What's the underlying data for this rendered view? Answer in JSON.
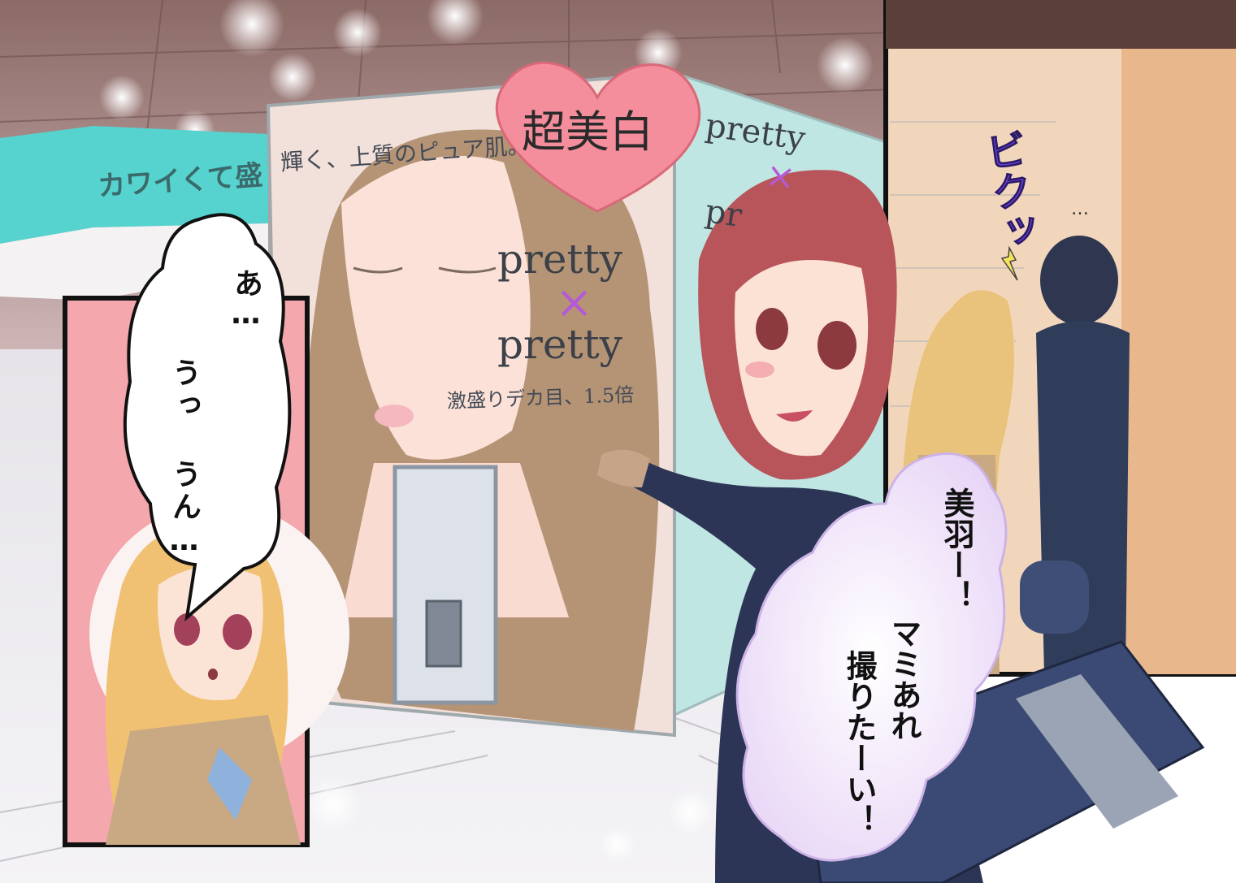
{
  "banner": {
    "text": "カワイくて盛"
  },
  "booth": {
    "tagline": "輝く、上質のピュア肌。",
    "heart_text": "超美白",
    "front_brand_line1": "pretty",
    "front_brand_cross": "×",
    "front_brand_line2": "pretty",
    "caption": "激盛りデカ目、1.5倍",
    "side_brand_line1": "pretty",
    "side_brand_cross": "×",
    "side_brand_line2": "pr"
  },
  "dialogue": {
    "left_bubble": [
      "あ…",
      "うっ うん…"
    ],
    "right_bubble": [
      "美羽ー！",
      "マミあれ",
      "撮りたーい！"
    ]
  },
  "sfx": {
    "startle": "ビクッ",
    "dots": "…"
  },
  "colors": {
    "panel_left_bg": "#f4a7ac",
    "heart": "#f48d9c",
    "banner": "#56d3cf",
    "sfx_purple": "#6a3fd0"
  }
}
